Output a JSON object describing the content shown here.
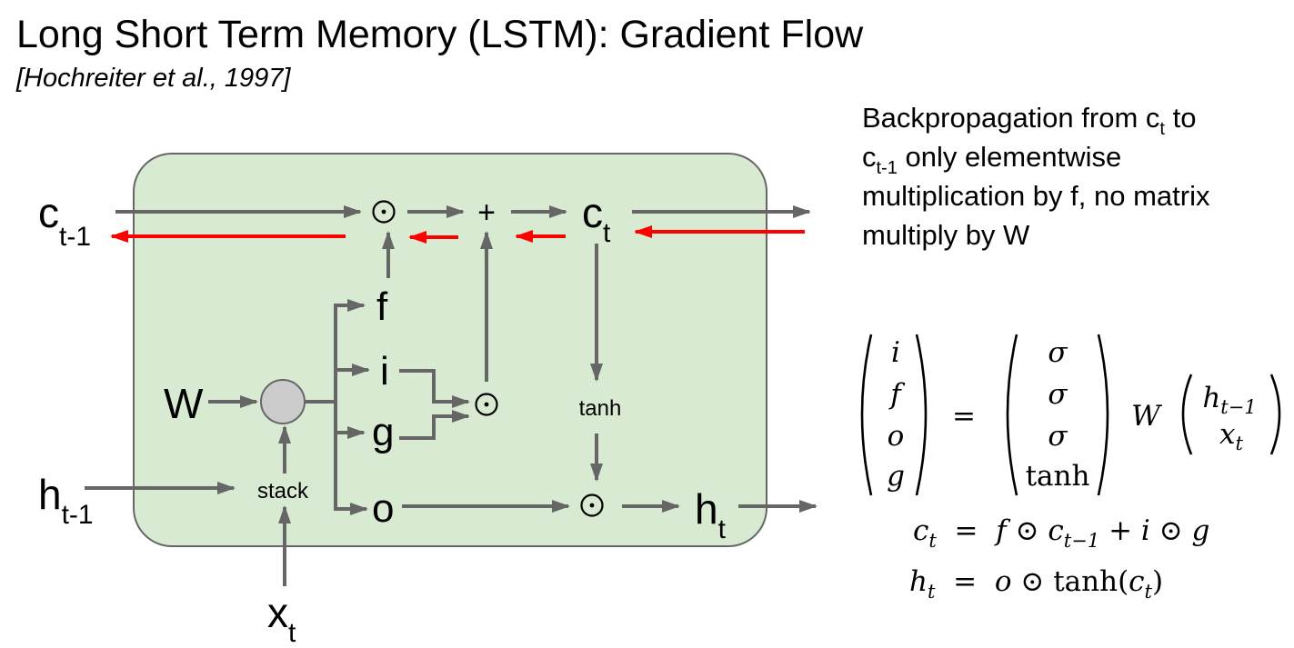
{
  "slide": {
    "title": "Long Short Term Memory (LSTM): Gradient Flow",
    "citation": "[Hochreiter et al., 1997]"
  },
  "diagram": {
    "cell_fill": "#d9ead3",
    "cell_stroke": "#666666",
    "forward_arrow_color": "#666666",
    "gradient_arrow_color": "#ff0000",
    "node_fill": "#cccccc",
    "inputs": {
      "c_prev": {
        "base": "c",
        "sub": "t-1"
      },
      "h_prev": {
        "base": "h",
        "sub": "t-1"
      },
      "x": {
        "base": "x",
        "sub": "t"
      },
      "weights": "W"
    },
    "outputs": {
      "c": {
        "base": "c",
        "sub": "t"
      },
      "h": {
        "base": "h",
        "sub": "t"
      }
    },
    "gates": {
      "f": "f",
      "i": "i",
      "g": "g",
      "o": "o"
    },
    "operators": {
      "mult_forget": "⊙",
      "add": "+",
      "mult_input": "⊙",
      "mult_output": "⊙",
      "tanh": "tanh",
      "stack": "stack"
    }
  },
  "note": {
    "line1_pre": "Backpropagation from c",
    "line1_sub": "t",
    "line1_post": " to",
    "line2_pre": "c",
    "line2_sub": "t-1",
    "line2_post": " only elementwise",
    "line3": "multiplication by f, no matrix",
    "line4": "multiply by W"
  },
  "equations": {
    "gate_vector": [
      "i",
      "f",
      "o",
      "g"
    ],
    "equals": "=",
    "activation_vector": [
      "σ",
      "σ",
      "σ",
      "tanh"
    ],
    "weight": "W",
    "input_vector": [
      {
        "base": "h",
        "sub": "t−1"
      },
      {
        "base": "x",
        "sub": "t"
      }
    ],
    "cell_update": {
      "lhs": "c",
      "lhs_sub": "t",
      "rhs": [
        "f",
        "⊙",
        "c",
        "t−1",
        "+",
        "i",
        "⊙",
        "g"
      ]
    },
    "hidden_update": {
      "lhs": "h",
      "lhs_sub": "t",
      "rhs_o": "o",
      "rhs_op": "⊙",
      "rhs_fn": "tanh(",
      "rhs_c": "c",
      "rhs_c_sub": "t",
      "rhs_close": ")"
    }
  }
}
